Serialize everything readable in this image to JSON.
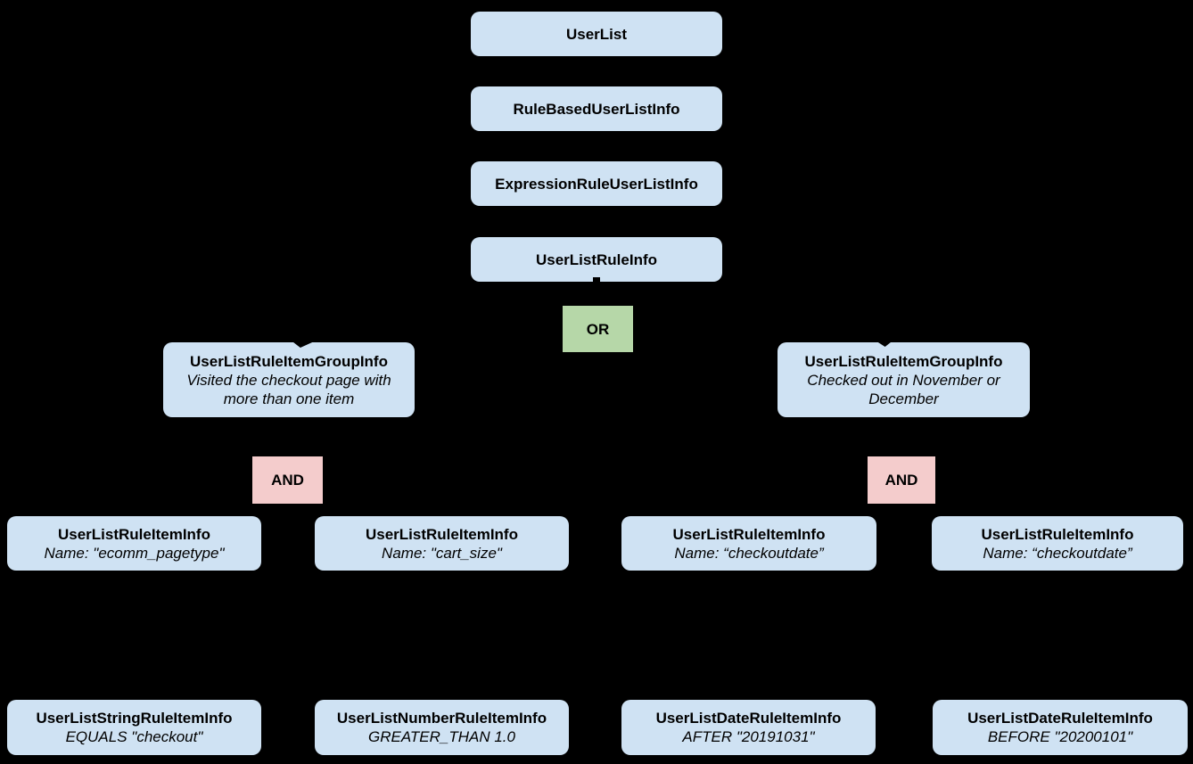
{
  "diagram_type": "class-hierarchy-tree",
  "colors": {
    "background": "#000000",
    "class_box_fill": "#cfe2f3",
    "or_box_fill": "#b6d7a8",
    "and_box_fill": "#f4cccc",
    "text": "#000000"
  },
  "nodes": {
    "user_list": {
      "label": "UserList"
    },
    "rule_based_user_list_info": {
      "label": "RuleBasedUserListInfo"
    },
    "expression_rule_user_list_info": {
      "label": "ExpressionRuleUserListInfo"
    },
    "user_list_rule_info": {
      "label": "UserListRuleInfo"
    },
    "or_operator": {
      "label": "OR"
    },
    "group_left": {
      "label": "UserListRuleItemGroupInfo",
      "description": "Visited the checkout page with more than one item"
    },
    "group_right": {
      "label": "UserListRuleItemGroupInfo",
      "description": "Checked out in November or December"
    },
    "and_left": {
      "label": "AND"
    },
    "and_right": {
      "label": "AND"
    },
    "rule_item_1": {
      "label": "UserListRuleItemInfo",
      "description": "Name: \"ecomm_pagetype\""
    },
    "rule_item_2": {
      "label": "UserListRuleItemInfo",
      "description": "Name: \"cart_size\""
    },
    "rule_item_3": {
      "label": "UserListRuleItemInfo",
      "description": "Name: “checkoutdate”"
    },
    "rule_item_4": {
      "label": "UserListRuleItemInfo",
      "description": "Name: “checkoutdate”"
    },
    "leaf_string": {
      "label": "UserListStringRuleItemInfo",
      "description": "EQUALS \"checkout\""
    },
    "leaf_number": {
      "label": "UserListNumberRuleItemInfo",
      "description": "GREATER_THAN 1.0"
    },
    "leaf_date_after": {
      "label": "UserListDateRuleItemInfo",
      "description": "AFTER \"20191031\""
    },
    "leaf_date_before": {
      "label": "UserListDateRuleItemInfo",
      "description": "BEFORE \"20200101\""
    }
  }
}
